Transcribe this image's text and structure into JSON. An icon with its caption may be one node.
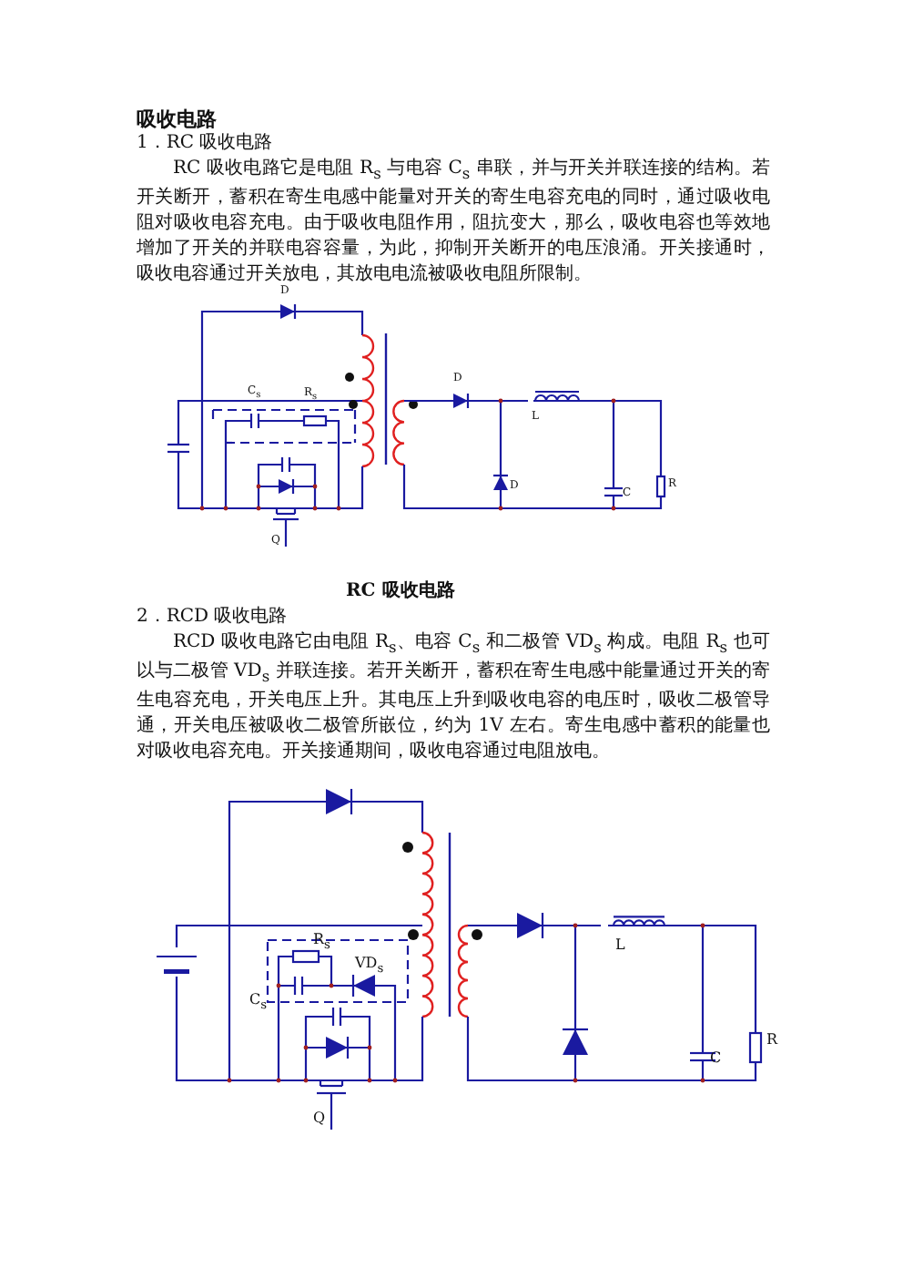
{
  "diagram": {
    "title": "吸收电路",
    "caption": "RC 吸收电路",
    "labels": [
      "1．RC 吸收电路",
      "RC 吸收电路它是电阻 R$_{s}$ 与电容 C$_{s}$ 串联，并与开关并联连接的结构。若开关断开，蓄积在寄生电感中能量对开关的寄生电容充电的同时，通过吸收电阻对吸收电容充电。由于吸收电阻作用，阻抗变大，那么，吸收电容也等效地增加了开关的并联电容容量，为此，抑制开关断开的电压浪涌。开关接通时，吸收电容通过开关放电，其放电电流被吸收电阻所限制。",
      "D",
      "C$_{s}$",
      "R$_{s}$",
      "D",
      "L",
      "D",
      "C",
      "R",
      "Q",
      "2．RCD 吸收电路",
      "RCD 吸收电路它由电阻 R$_{s}$、电容 C$_{s}$ 和二极管 VD$_{s}$ 构成。电阻 R$_{s}$ 也可以与二极管 VD$_{s}$ 并联连接。若开关断开，蓄积在寄生电感中能量通过开关的寄生电容充电，开关电压上升。其电压上升到吸收电容的电压时，吸收二极管导通，开关电压被吸收二极管所嵌位，约为 1V 左右。寄生电感中蓄积的能量也对吸收电容充电。开关接通期间，吸收电容通过电阻放电。",
      "R$_{s}$",
      "VD$_{s}$",
      "C$_{s}$",
      "L",
      "C",
      "R",
      "Q"
    ]
  }
}
